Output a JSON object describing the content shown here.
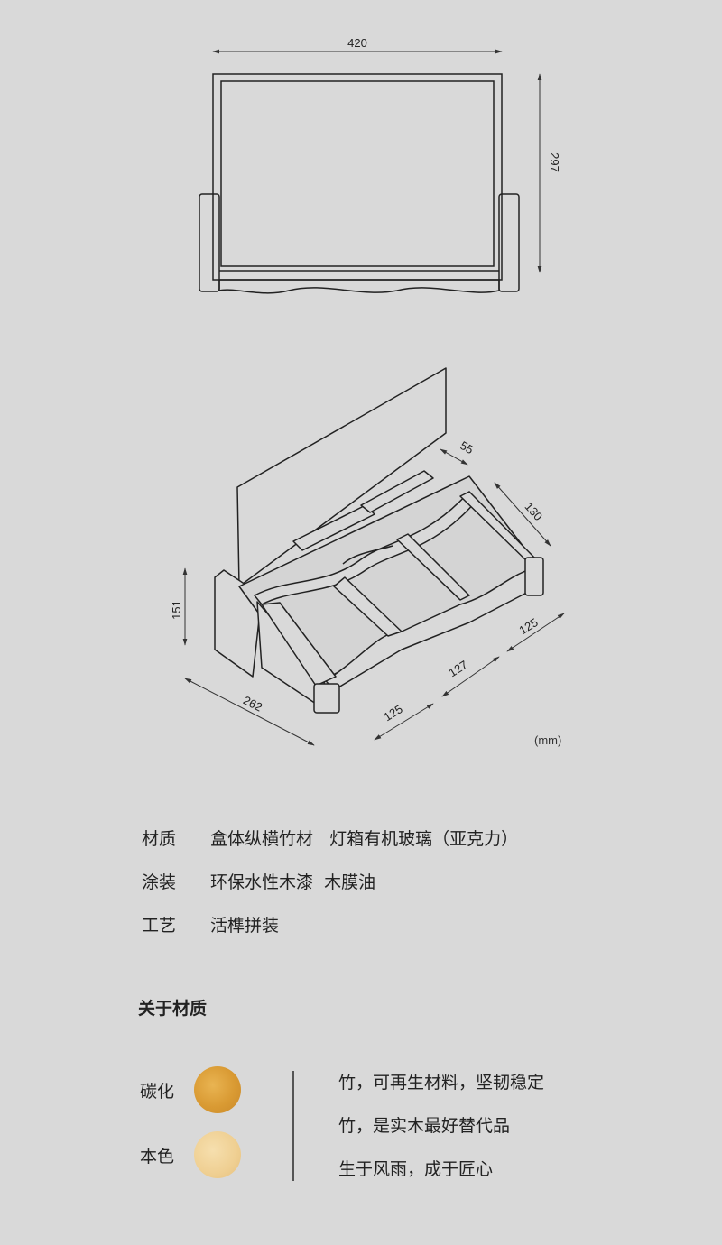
{
  "drawing": {
    "dim_width": "420",
    "dim_height": "297",
    "dim_partition": "55",
    "dim_depth_right": "130",
    "dim_box_height": "151",
    "dim_length": "262",
    "dim_comp_1": "125",
    "dim_comp_2": "127",
    "dim_comp_3": "125",
    "unit": "(mm)"
  },
  "specs": [
    {
      "label": "材质",
      "value": "盒体纵横竹材   灯箱有机玻璃（亚克力）"
    },
    {
      "label": "涂装",
      "value": "环保水性木漆  木膜油"
    },
    {
      "label": "工艺",
      "value": "活榫拼装"
    }
  ],
  "materials": {
    "title": "关于材质",
    "items": [
      {
        "name": "碳化",
        "color": "#d99a33"
      },
      {
        "name": "本色",
        "color": "#efcf92"
      }
    ],
    "notes": [
      "竹，可再生材料，坚韧稳定",
      "竹，是实木最好替代品",
      "生于风雨，成于匠心"
    ]
  }
}
